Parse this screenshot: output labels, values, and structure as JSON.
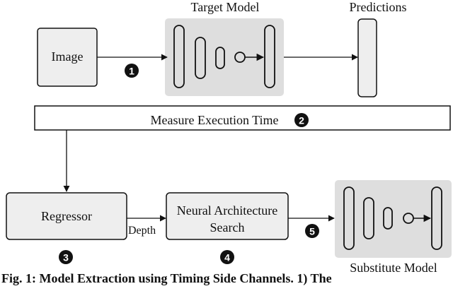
{
  "nodes": {
    "image": "Image",
    "target_model": "Target Model",
    "predictions": "Predictions",
    "measure": "Measure Execution Time",
    "regressor": "Regressor",
    "nas_line1": "Neural Architecture",
    "nas_line2": "Search",
    "substitute_model": "Substitute Model"
  },
  "edges": {
    "depth": "Depth"
  },
  "steps": [
    "1",
    "2",
    "3",
    "4",
    "5"
  ],
  "caption": "Fig. 1: Model Extraction using Timing Side Channels. 1) The",
  "colors": {
    "box_fill": "#eeeeee",
    "model_panel": "#dedede",
    "stroke": "#111111",
    "badge": "#111111"
  }
}
